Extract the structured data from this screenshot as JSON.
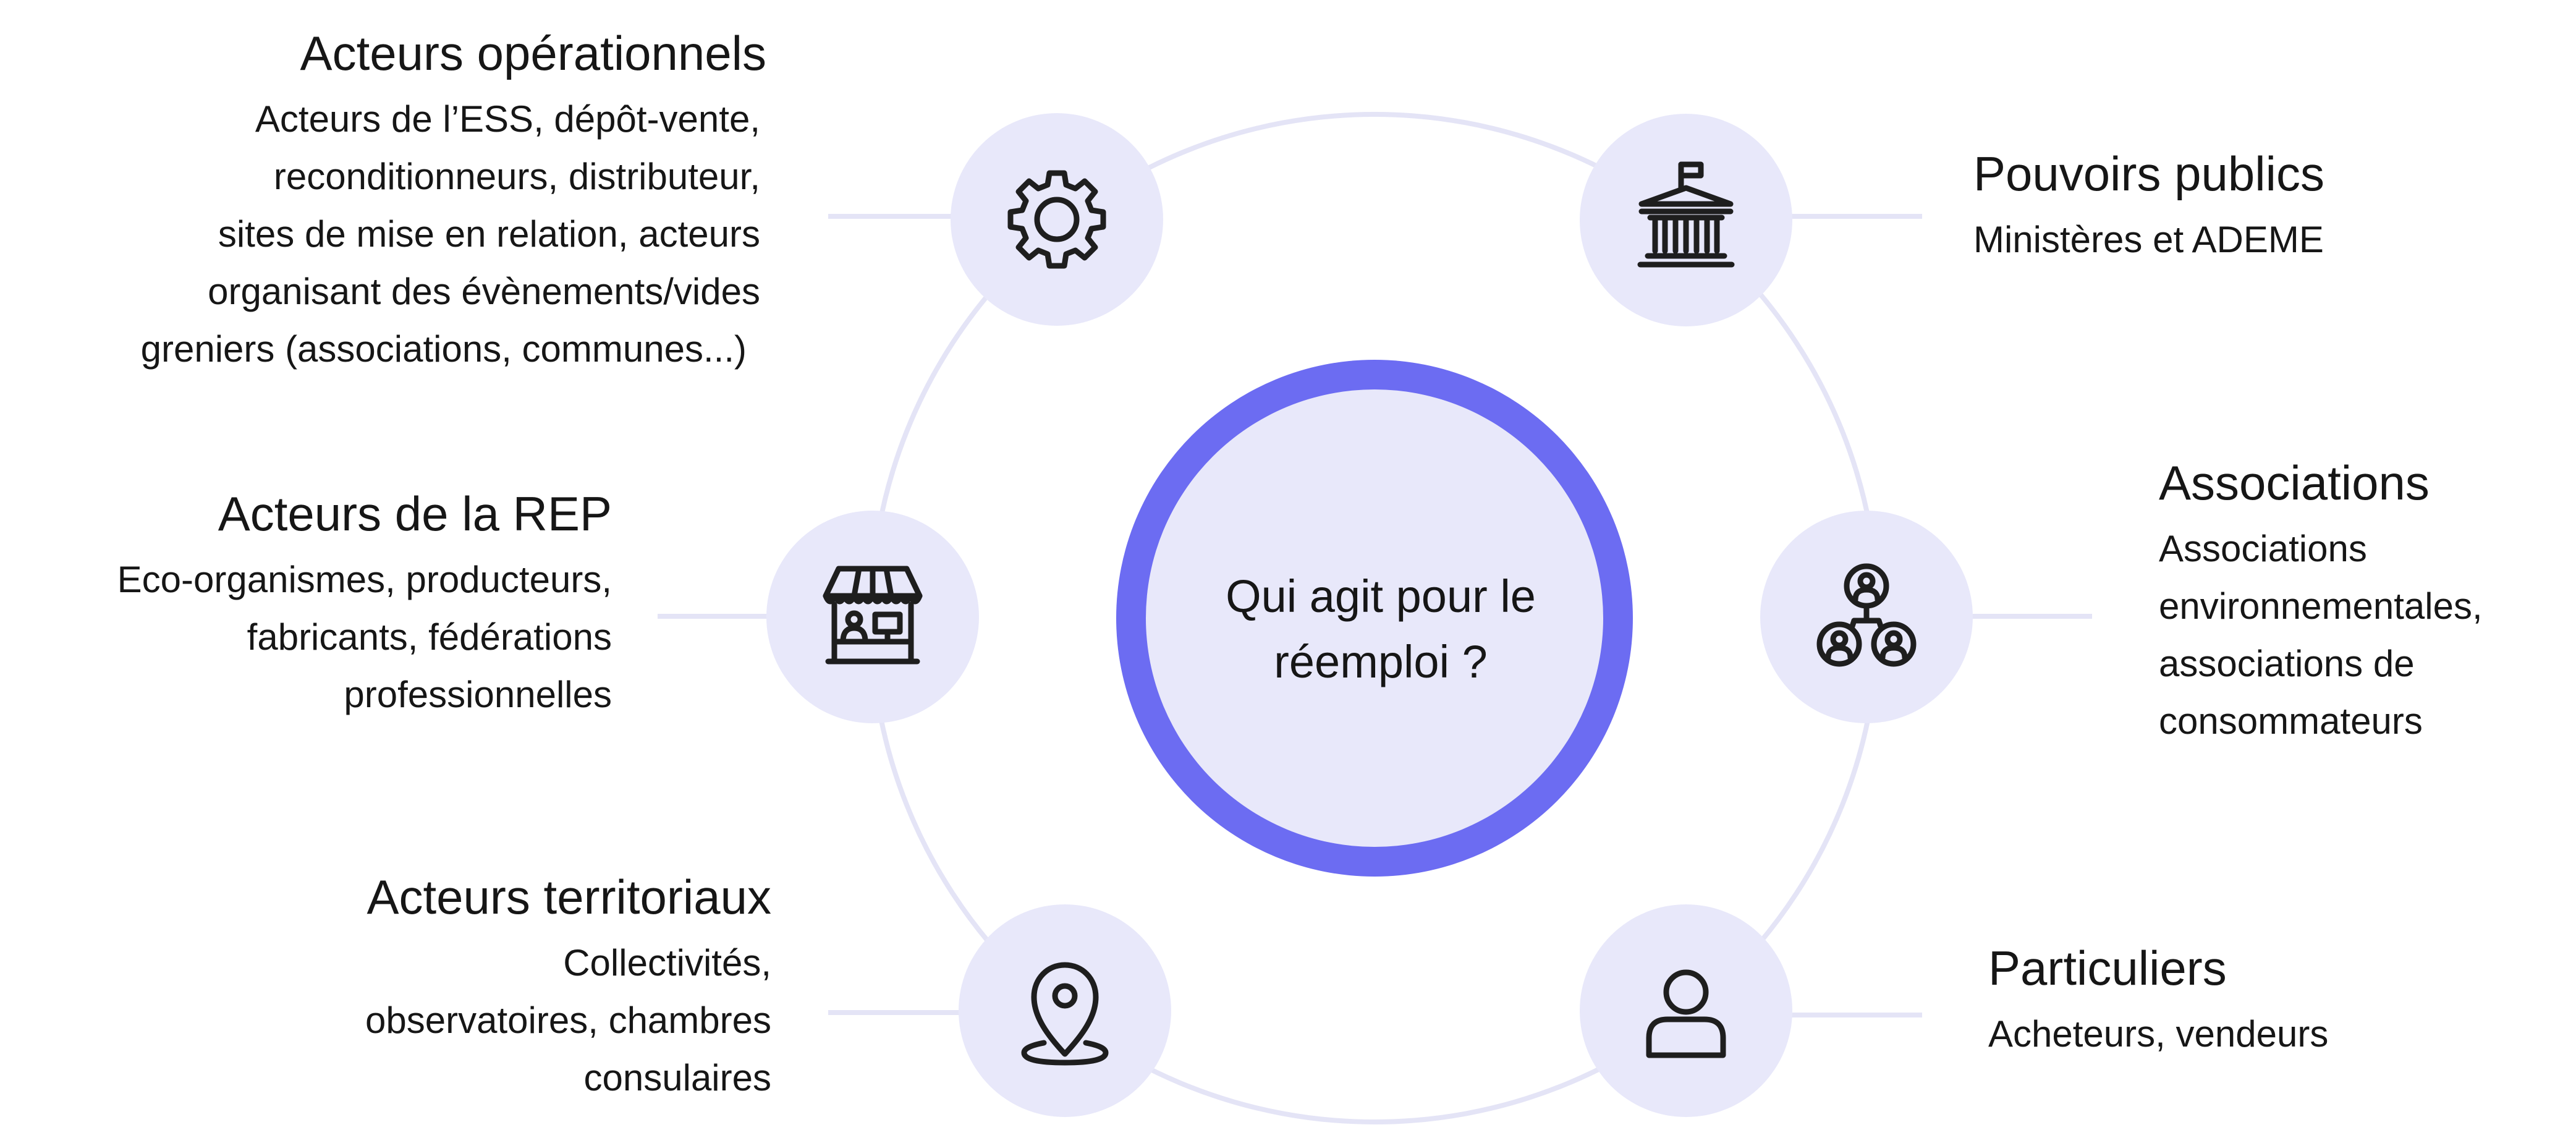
{
  "center": {
    "line1": "Qui agit pour le",
    "line2": "réemploi ?"
  },
  "actors": [
    {
      "id": "operationnels",
      "icon": "gear-icon",
      "title": "Acteurs opérationnels",
      "lines": [
        "Acteurs de l’ESS, dépôt-vente,",
        "reconditionneurs, distributeur,",
        "sites de mise en relation, acteurs",
        "organisant des évènements/vides",
        "greniers (associations, communes...)"
      ]
    },
    {
      "id": "rep",
      "icon": "shop-icon",
      "title": "Acteurs de la REP",
      "lines": [
        "Eco-organismes, producteurs,",
        "fabricants, fédérations",
        "professionnelles"
      ]
    },
    {
      "id": "territoriaux",
      "icon": "location-pin-icon",
      "title": "Acteurs territoriaux",
      "lines": [
        "Collectivités,",
        "observatoires, chambres",
        "consulaires"
      ]
    },
    {
      "id": "pouvoirs",
      "icon": "government-building-icon",
      "title": "Pouvoirs publics",
      "lines": [
        "Ministères et ADEME"
      ]
    },
    {
      "id": "associations",
      "icon": "people-network-icon",
      "title": "Associations",
      "lines": [
        "Associations",
        "environnementales,",
        "associations de",
        "consommateurs"
      ]
    },
    {
      "id": "particuliers",
      "icon": "person-icon",
      "title": "Particuliers",
      "lines": [
        "Acheteurs, vendeurs"
      ]
    }
  ],
  "colors": {
    "ring": "#6C6CF2",
    "node_fill": "#E8E8FA",
    "inner_fill": "#E8E8FA",
    "connector": "#E4E4F6",
    "icon_stroke": "#1E1E1E",
    "text": "#161616"
  }
}
